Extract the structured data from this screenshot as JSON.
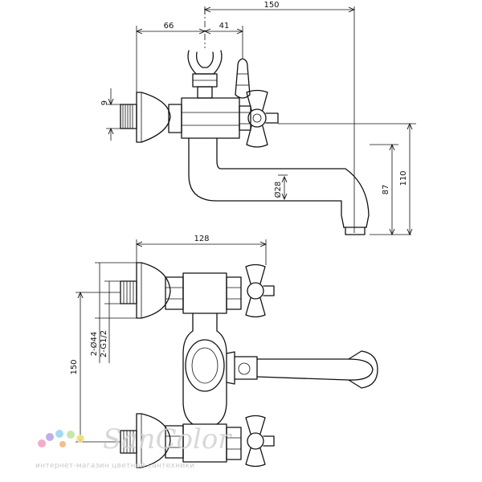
{
  "top_view": {
    "dim_overall_width": "150",
    "dim_wall_to_axis": "66",
    "dim_axis_to_handle": "41",
    "dim_thread": "9",
    "dim_spout_diameter": "Ø28",
    "dim_outlet_height": "87",
    "dim_total_height": "110"
  },
  "side_view": {
    "dim_depth": "128",
    "dim_inlet_diameter": "2-Ø44",
    "dim_inlet_thread": "2-G1/2",
    "dim_inlet_spacing": "150"
  },
  "watermark": {
    "brand": "SanColor",
    "tagline": "интернет-магазин цветной сантехники",
    "dot_colors": [
      "#f4a3c4",
      "#b7a6e8",
      "#9fd5ef",
      "#bfe6a0",
      "#f7e38b",
      "#f5b87f"
    ]
  }
}
